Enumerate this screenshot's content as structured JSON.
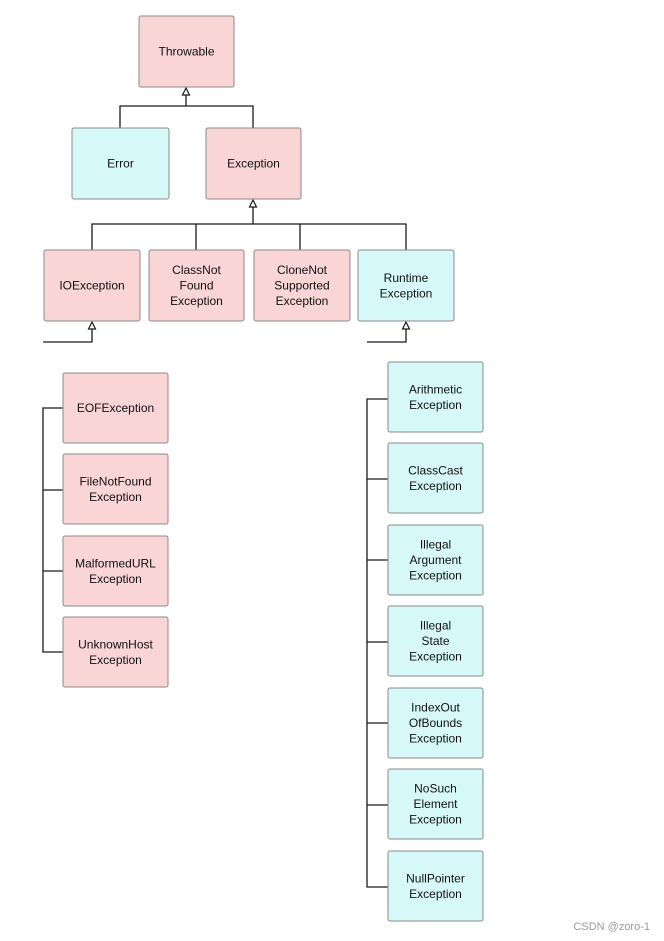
{
  "colors": {
    "pink_fill": "#f9d5d5",
    "cyan_fill": "#d6f8f9",
    "border": "#8a8a8a",
    "line": "#1a1a1a"
  },
  "nodes": {
    "throwable": {
      "lines": [
        "Throwable"
      ],
      "color": "pink"
    },
    "error": {
      "lines": [
        "Error"
      ],
      "color": "cyan"
    },
    "exception": {
      "lines": [
        "Exception"
      ],
      "color": "pink"
    },
    "ioexception": {
      "lines": [
        "IOException"
      ],
      "color": "pink"
    },
    "classnotfound": {
      "lines": [
        "ClassNot",
        "Found",
        "Exception"
      ],
      "color": "pink"
    },
    "clonenotsupported": {
      "lines": [
        "CloneNot",
        "Supported",
        "Exception"
      ],
      "color": "pink"
    },
    "runtime": {
      "lines": [
        "Runtime",
        "Exception"
      ],
      "color": "cyan"
    },
    "eof": {
      "lines": [
        "EOFException"
      ],
      "color": "pink"
    },
    "filenotfound": {
      "lines": [
        "FileNotFound",
        "Exception"
      ],
      "color": "pink"
    },
    "malformedurl": {
      "lines": [
        "MalformedURL",
        "Exception"
      ],
      "color": "pink"
    },
    "unknownhost": {
      "lines": [
        "UnknownHost",
        "Exception"
      ],
      "color": "pink"
    },
    "arithmetic": {
      "lines": [
        "Arithmetic",
        "Exception"
      ],
      "color": "cyan"
    },
    "classcast": {
      "lines": [
        "ClassCast",
        "Exception"
      ],
      "color": "cyan"
    },
    "illegalargument": {
      "lines": [
        "Illegal",
        "Argument",
        "Exception"
      ],
      "color": "cyan"
    },
    "illegalstate": {
      "lines": [
        "Illegal",
        "State",
        "Exception"
      ],
      "color": "cyan"
    },
    "indexoutofbounds": {
      "lines": [
        "IndexOut",
        "OfBounds",
        "Exception"
      ],
      "color": "cyan"
    },
    "nosuchelement": {
      "lines": [
        "NoSuch",
        "Element",
        "Exception"
      ],
      "color": "cyan"
    },
    "nullpointer": {
      "lines": [
        "NullPointer",
        "Exception"
      ],
      "color": "cyan"
    }
  },
  "watermark": "CSDN @zoro-1"
}
